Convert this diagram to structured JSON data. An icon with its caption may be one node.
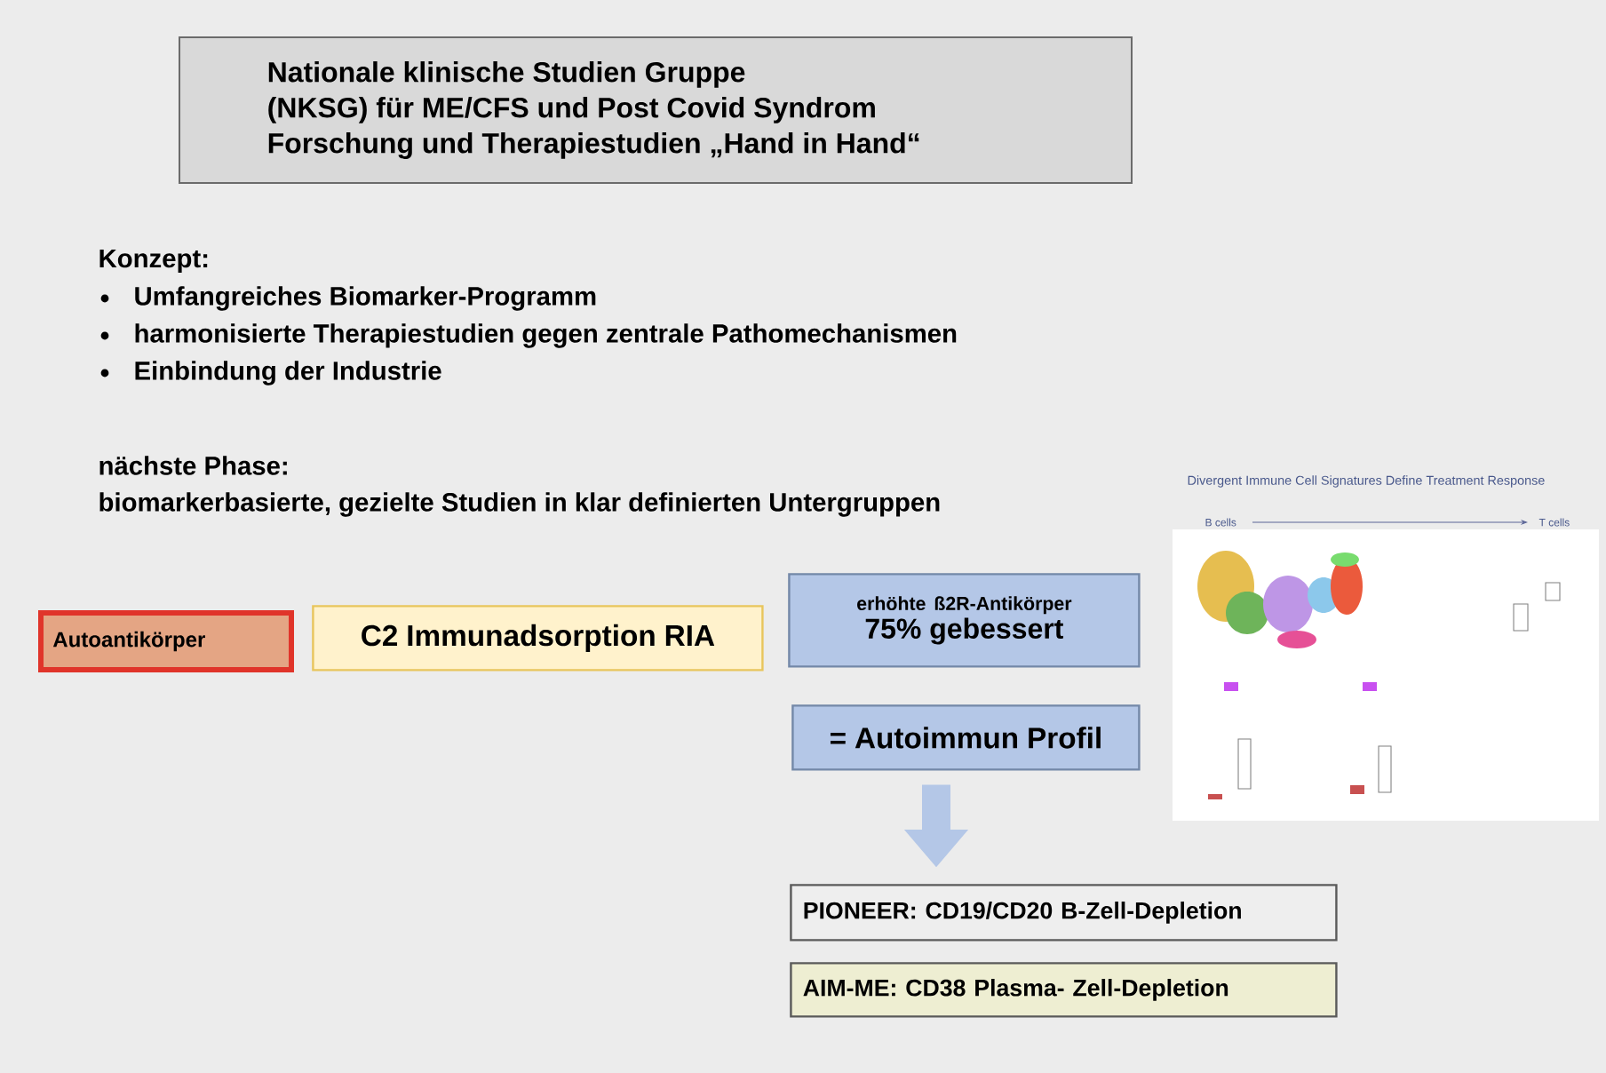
{
  "diagram": {
    "nodes": [
      {
        "text": [
          "Nationale klinische Studien Gruppe (NKSG) für ME/CFS und Post Covid Syndrom Forschung und Therapiestudien „Hand in Hand“"
        ]
      },
      {
        "text": [
          "Autoantikörper"
        ]
      },
      {
        "text": [
          "C2 Immunadsorption RIA"
        ]
      },
      {
        "text": [
          "erhöhte ß2R-Antikörper",
          "75% gebessert"
        ]
      },
      {
        "text": [
          "= Autoimmun Profil"
        ]
      },
      {
        "text": [
          "PIONEER: CD19/CD20 B-Zell-Depletion"
        ]
      },
      {
        "text": [
          "AIM-ME: CD38 Plasma- Zell-Depletion"
        ]
      }
    ],
    "edges": [
      {
        "from": 4,
        "to": 5,
        "arrow": "to"
      }
    ],
    "labels": [
      "Konzept:",
      "Umfangreiches Biomarker-Programm",
      "harmonisierte Therapiestudien gegen zentrale Pathomechanismen",
      "Einbindung der Industrie",
      "nächste Phase:",
      "biomarkerbasierte, gezielte Studien in klar definierten Untergruppen",
      "Divergent Immune Cell Signatures Define Treatment Response",
      "B cells",
      "T cells"
    ]
  }
}
